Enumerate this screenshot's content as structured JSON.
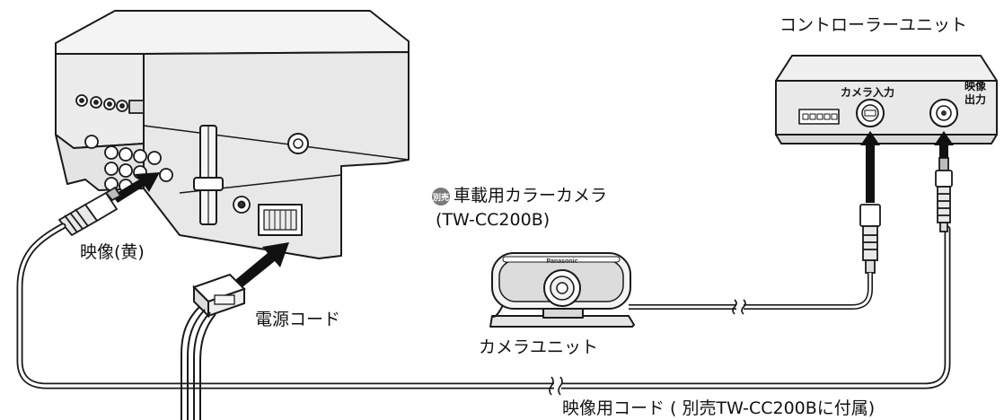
{
  "labels": {
    "controller_unit": "コントローラーユニット",
    "camera_input": "カメラ入力",
    "video_output_line1": "映像",
    "video_output_line2": "出力",
    "sold_separately_badge": "別売",
    "car_camera": "車載用カラーカメラ",
    "camera_model": "(TW-CC200B)",
    "video_yellow": "映像(黄)",
    "power_cord": "電源コード",
    "camera_unit": "カメラユニット",
    "video_cord": "映像用コード ( 別売TW-CC200Bに付属)",
    "camera_brand": "Panasonic"
  },
  "colors": {
    "line": "#1a1a1a",
    "device_fill": "#f2f2f2",
    "device_shade": "#cfcfcf",
    "arrow": "#111111",
    "badge": "#7a7a7a"
  }
}
